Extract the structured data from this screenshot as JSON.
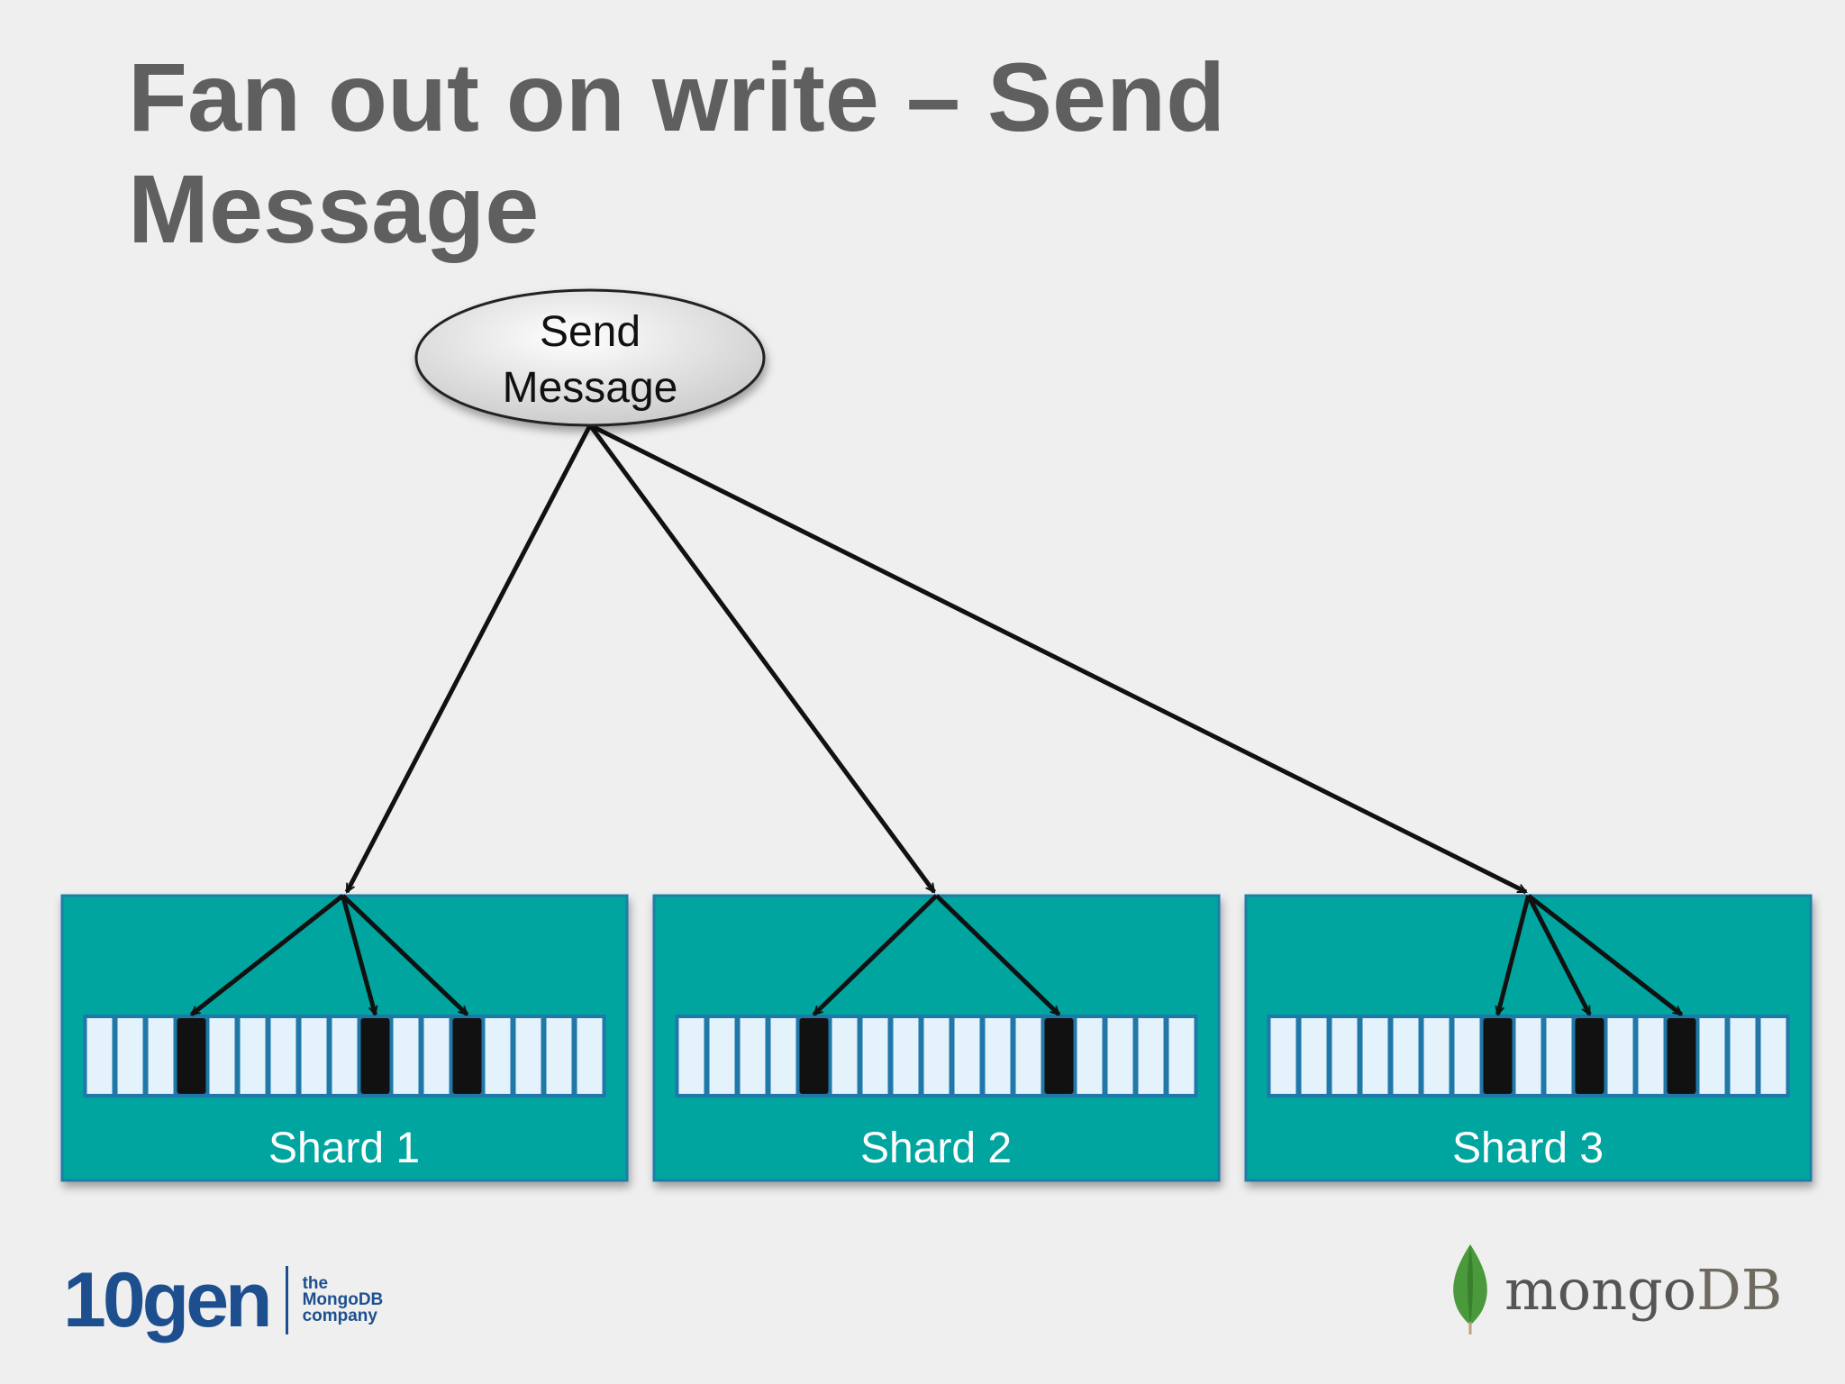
{
  "slide": {
    "title_line1": "Fan out on write – Send",
    "title_line2": "Message"
  },
  "source_node": {
    "label_line1": "Send",
    "label_line2": "Message"
  },
  "shards": [
    {
      "label": "Shard 1",
      "slots": 17,
      "marked_slots": [
        3,
        9,
        12
      ]
    },
    {
      "label": "Shard 2",
      "slots": 17,
      "marked_slots": [
        4,
        12
      ]
    },
    {
      "label": "Shard 3",
      "slots": 17,
      "marked_slots": [
        7,
        10,
        13
      ]
    }
  ],
  "colors": {
    "shard_fill": "#05a5a0",
    "slot_fill": "#e4f2fb",
    "marked_slot_fill": "#111111",
    "title": "#5f5f5f",
    "arrow": "#111111"
  },
  "logos": {
    "left_word": "10gen",
    "left_tag_1": "the",
    "left_tag_2": "MongoDB",
    "left_tag_3": "company",
    "right_word_1": "mongo",
    "right_word_2": "DB"
  }
}
